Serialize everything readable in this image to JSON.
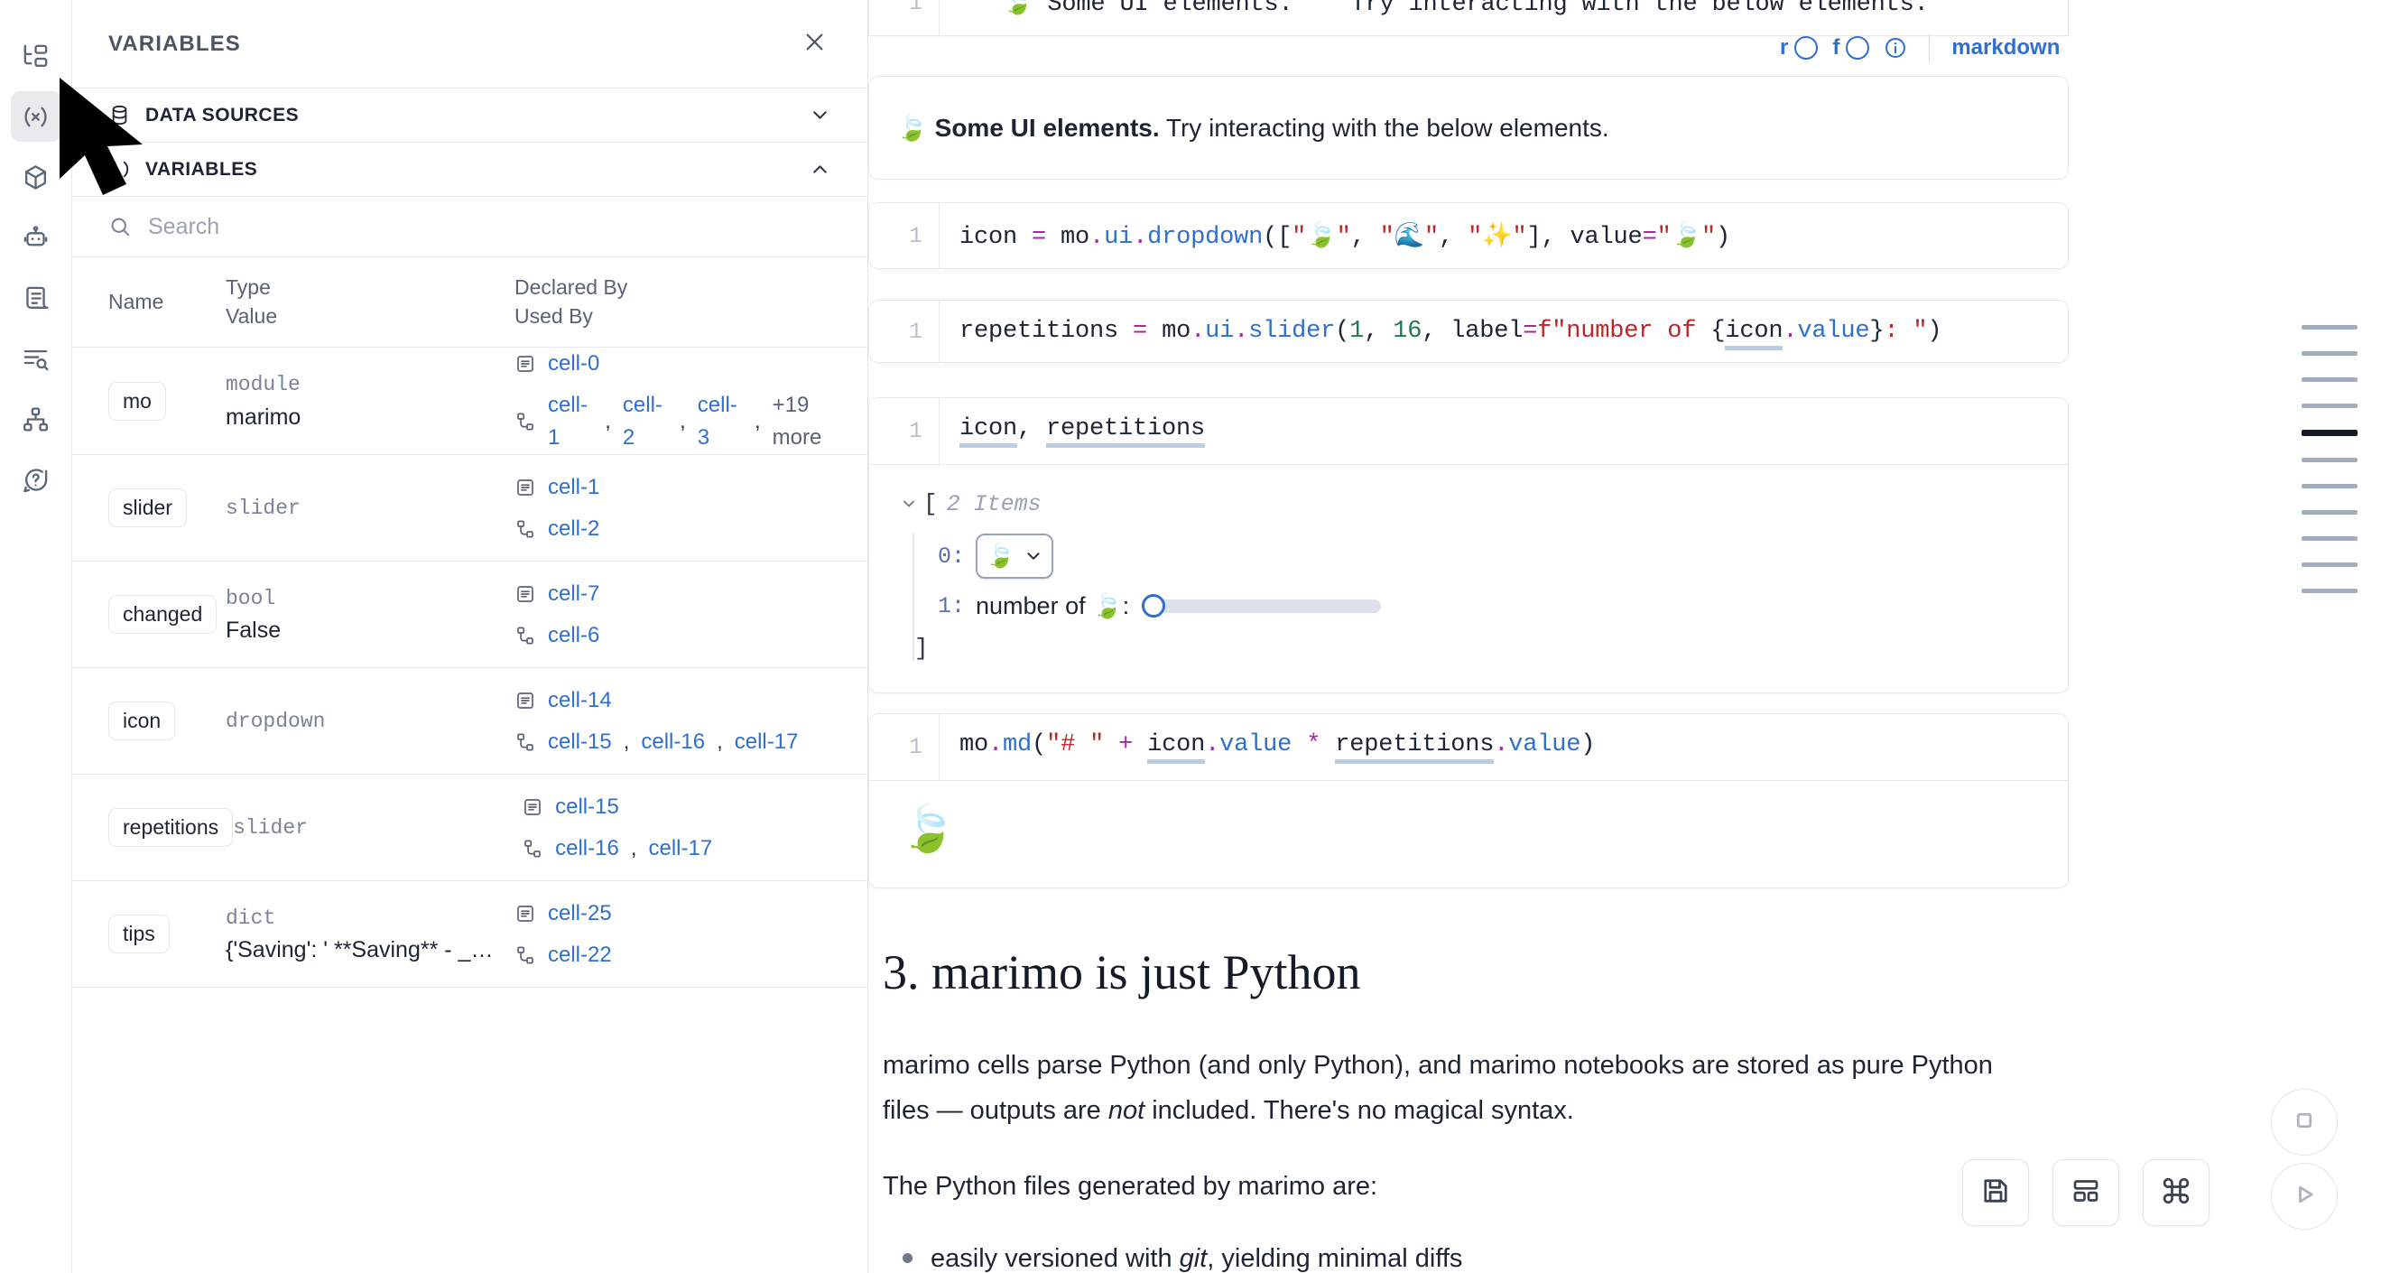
{
  "rail": {
    "items": [
      {
        "icon": "file-tree-icon",
        "name": "sidebar-item-file-explorer",
        "active": false
      },
      {
        "icon": "variables-icon",
        "name": "sidebar-item-variables",
        "active": true
      },
      {
        "icon": "package-icon",
        "name": "sidebar-item-packages",
        "active": false
      },
      {
        "icon": "robot-icon",
        "name": "sidebar-item-chat",
        "active": false
      },
      {
        "icon": "scroll-icon",
        "name": "sidebar-item-logs",
        "active": false
      },
      {
        "icon": "outline-search-icon",
        "name": "sidebar-item-outline",
        "active": false
      },
      {
        "icon": "dependency-graph-icon",
        "name": "sidebar-item-dependency-graph",
        "active": false
      },
      {
        "icon": "help-icon",
        "name": "sidebar-item-help",
        "active": false
      }
    ]
  },
  "panel": {
    "title": "VARIABLES",
    "close_label": "×",
    "sections": [
      {
        "label": "DATA SOURCES",
        "expanded": false
      },
      {
        "label": "VARIABLES",
        "expanded": true
      }
    ],
    "search": {
      "value": "",
      "placeholder": "Search"
    },
    "table": {
      "headers": {
        "name": "Name",
        "type": "Type",
        "value": "Value",
        "declared_by": "Declared By",
        "used_by": "Used By"
      },
      "rows": [
        {
          "name": "mo",
          "type": "module",
          "value": "marimo",
          "declared_by": [
            "cell-0"
          ],
          "used_by": [
            "cell-1",
            "cell-2",
            "cell-3"
          ],
          "used_by_more": "+19 more"
        },
        {
          "name": "slider",
          "type": "slider",
          "value": "",
          "declared_by": [
            "cell-1"
          ],
          "used_by": [
            "cell-2"
          ],
          "used_by_more": ""
        },
        {
          "name": "changed",
          "type": "bool",
          "value": "False",
          "declared_by": [
            "cell-7"
          ],
          "used_by": [
            "cell-6"
          ],
          "used_by_more": ""
        },
        {
          "name": "icon",
          "type": "dropdown",
          "value": "",
          "declared_by": [
            "cell-14"
          ],
          "used_by": [
            "cell-15",
            "cell-16",
            "cell-17"
          ],
          "used_by_more": ""
        },
        {
          "name": "repetitions",
          "type": "slider",
          "value": "",
          "declared_by": [
            "cell-15"
          ],
          "used_by": [
            "cell-16",
            "cell-17"
          ],
          "used_by_more": ""
        },
        {
          "name": "tips",
          "type": "dict",
          "value": "{'Saving': ' **Saving** - _Na...",
          "declared_by": [
            "cell-25"
          ],
          "used_by": [
            "cell-22"
          ],
          "used_by_more": ""
        }
      ]
    }
  },
  "notebook": {
    "top_cell": {
      "line_number": "1",
      "code_fragment": "\"\"\"🍃 Some UI elements.\"\"\" Try interacting with the below elements.",
      "toolbar": {
        "r_label": "r",
        "f_label": "f",
        "language": "markdown",
        "menu_icon": "hamburger-icon",
        "settings_icon": "gear-icon",
        "delete_icon": "close-icon"
      },
      "output": {
        "emoji": "🍃",
        "bold": "Some UI elements.",
        "rest": " Try interacting with the below elements."
      }
    },
    "cells": [
      {
        "id": "cell-dropdown",
        "line_number": "1",
        "code_plain": "icon = mo.ui.dropdown([\"🍃\", \"🌊\", \"✨\"], value=\"🍃\")"
      },
      {
        "id": "cell-slider",
        "line_number": "1",
        "code_plain": "repetitions = mo.ui.slider(1, 16, label=f\"number of {icon.value}: \")"
      },
      {
        "id": "cell-display",
        "line_number": "1",
        "code_plain": "icon, repetitions",
        "output": {
          "items_label": "2 Items",
          "open_bracket": "[",
          "close_bracket": "]",
          "entries": [
            {
              "index": "0:",
              "kind": "dropdown",
              "value": "🍃"
            },
            {
              "index": "1:",
              "kind": "slider",
              "label": "number of 🍃:",
              "value": 1,
              "min": 1,
              "max": 16
            }
          ]
        }
      },
      {
        "id": "cell-md",
        "line_number": "1",
        "code_plain": "mo.md(\"# \" + icon.value * repetitions.value)",
        "output": {
          "emoji": "🍃"
        }
      }
    ],
    "section": {
      "heading": "3. marimo is just Python",
      "paragraph_1_a": "marimo cells parse Python (and only Python), and marimo notebooks are stored as pure Python files — outputs are ",
      "paragraph_1_em": "not",
      "paragraph_1_b": " included. There's no magical syntax.",
      "paragraph_2": "The Python files generated by marimo are:",
      "bullets": [
        {
          "pre": "easily versioned with ",
          "em": "git",
          "post": ", yielding minimal diffs"
        }
      ]
    },
    "minimap": {
      "marks": 11,
      "current_index": 4
    },
    "fabs": [
      {
        "icon": "save-icon",
        "name": "save-button"
      },
      {
        "icon": "layout-icon",
        "name": "layout-button"
      },
      {
        "icon": "command-icon",
        "name": "command-palette-button"
      }
    ],
    "fab_circles": [
      {
        "icon": "stop-icon",
        "name": "interrupt-button"
      },
      {
        "icon": "play-icon",
        "name": "run-button"
      }
    ]
  },
  "colors": {
    "link": "#2f6fd0",
    "accent": "#2f6fd0",
    "danger": "#cf4141",
    "text": "#1d2434",
    "muted": "#7b8496"
  }
}
